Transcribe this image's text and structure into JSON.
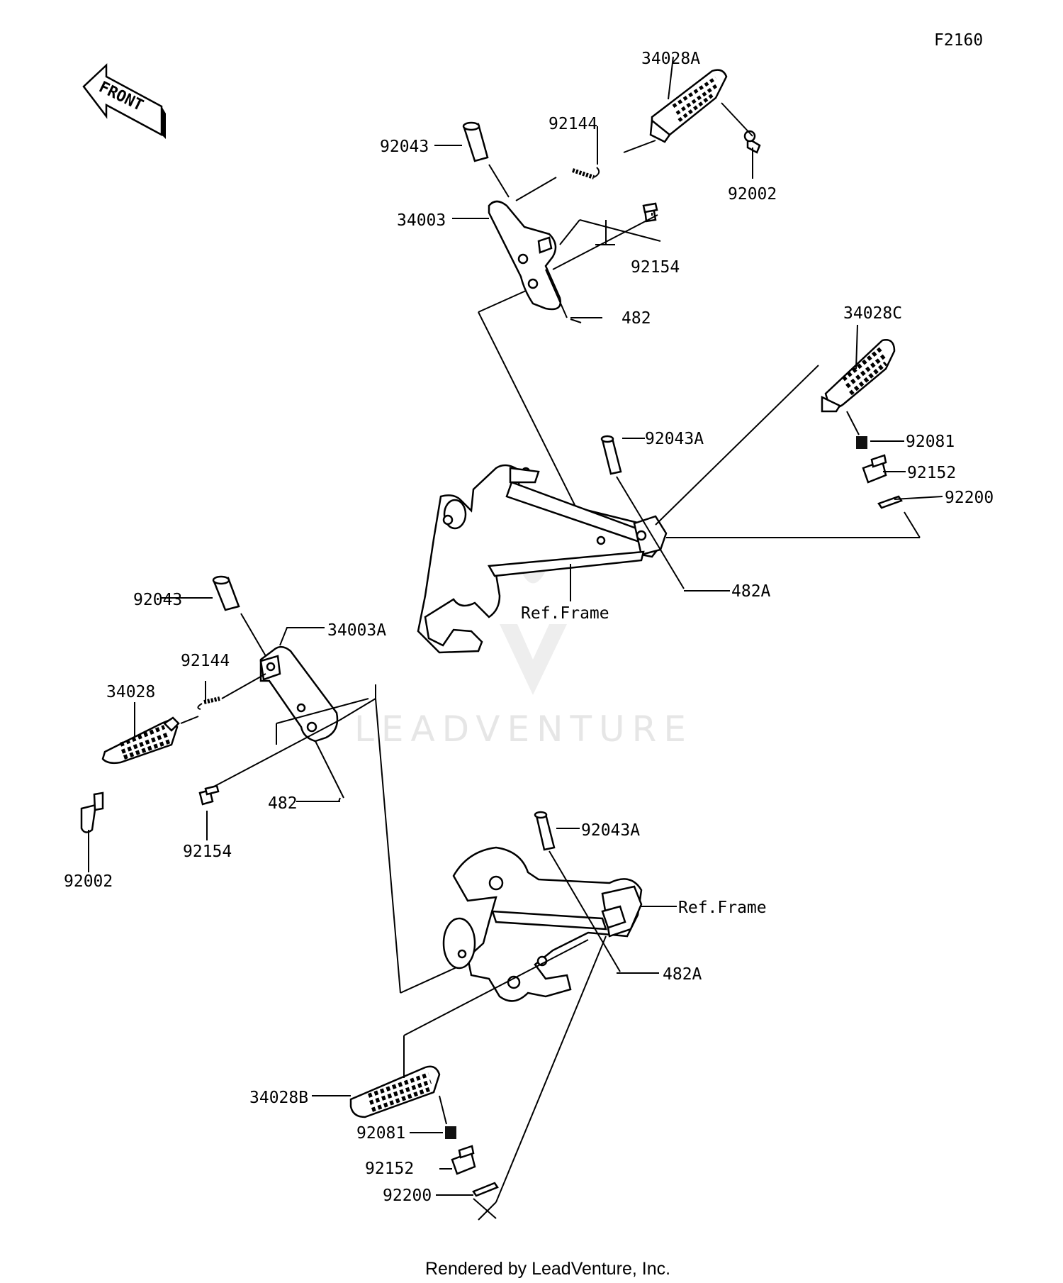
{
  "diagram_id": "F2160",
  "front_label": "FRONT",
  "watermark": "LEADVENTURE",
  "footer": "Rendered by LeadVenture, Inc.",
  "callouts": {
    "p34028A": "34028A",
    "p92144_top": "92144",
    "p92043_top": "92043",
    "p92002_top": "92002",
    "p34003": "34003",
    "p92154_top": "92154",
    "p482_top": "482",
    "p34028C": "34028C",
    "p92043A_top": "92043A",
    "p92081_right": "92081",
    "p92152_right": "92152",
    "p92200_right": "92200",
    "p482A_top": "482A",
    "ref_frame_top": "Ref.Frame",
    "p92043_left": "92043",
    "p34003A": "34003A",
    "p92144_left": "92144",
    "p34028": "34028",
    "p482_left": "482",
    "p92154_left": "92154",
    "p92002_left": "92002",
    "p92043A_bottom": "92043A",
    "ref_frame_bottom": "Ref.Frame",
    "p482A_bottom": "482A",
    "p34028B": "34028B",
    "p92081_bottom": "92081",
    "p92152_bottom": "92152",
    "p92200_bottom": "92200"
  }
}
